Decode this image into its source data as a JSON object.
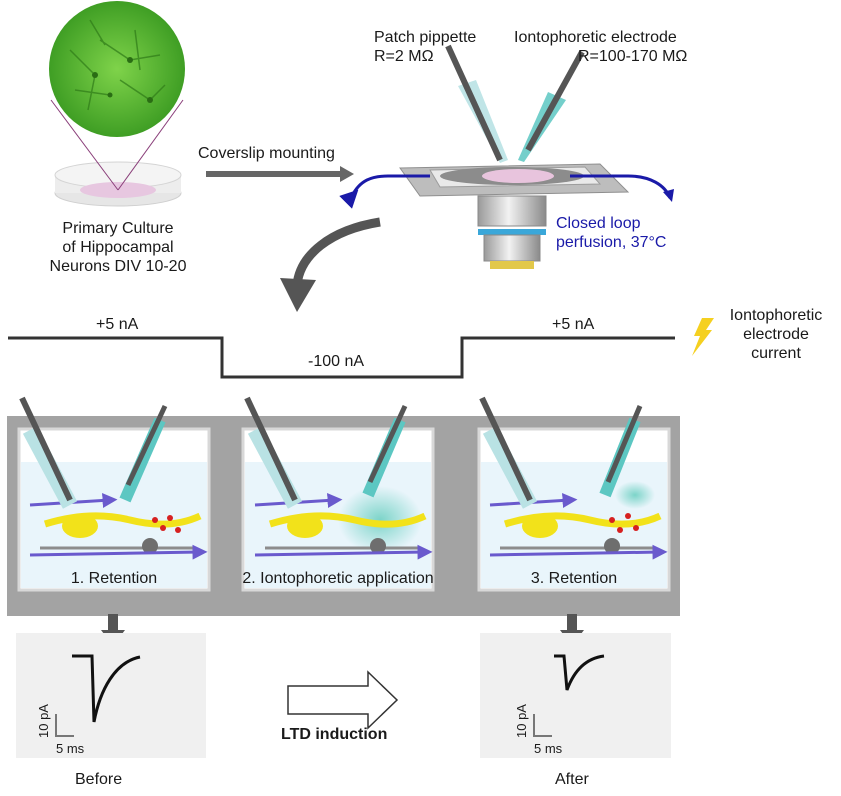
{
  "culture": {
    "line1": "Primary Culture",
    "line2": "of Hippocampal",
    "line3": "Neurons DIV 10-20"
  },
  "mounting_label": "Coverslip  mounting",
  "patch": {
    "name": "Patch pippette",
    "resistance": "R=2 MΩ"
  },
  "iontophoretic": {
    "name": "Iontophoretic electrode",
    "resistance": "R=100-170 MΩ"
  },
  "perfusion": {
    "line1": "Closed loop",
    "line2": "perfusion, 37°C"
  },
  "current_trace": {
    "left_value": "+5 nA",
    "middle_value": "-100 nA",
    "right_value": "+5 nA",
    "legend_line1": "Iontophoretic",
    "legend_line2": "electrode",
    "legend_line3": "current"
  },
  "panels": [
    {
      "label": "1. Retention"
    },
    {
      "label": "2. Iontophoretic application"
    },
    {
      "label": "3. Retention"
    }
  ],
  "recordings": {
    "before": {
      "label": "Before",
      "scale_y": "10 pA",
      "scale_x": "5 ms"
    },
    "after": {
      "label": "After",
      "scale_y": "10 pA",
      "scale_x": "5 ms"
    }
  },
  "ltd_label": "LTD induction",
  "colors": {
    "culture_green": "#5fbf3a",
    "perfusion_blue": "#1a1aa8",
    "panel_gray": "#a3a3a3",
    "bolt_yellow": "#f5d020",
    "dendrite_yellow": "#f2e21a",
    "dye_teal": "#57c9b8",
    "axon_purple": "#6a5acd",
    "synapse_red": "#d62020"
  }
}
